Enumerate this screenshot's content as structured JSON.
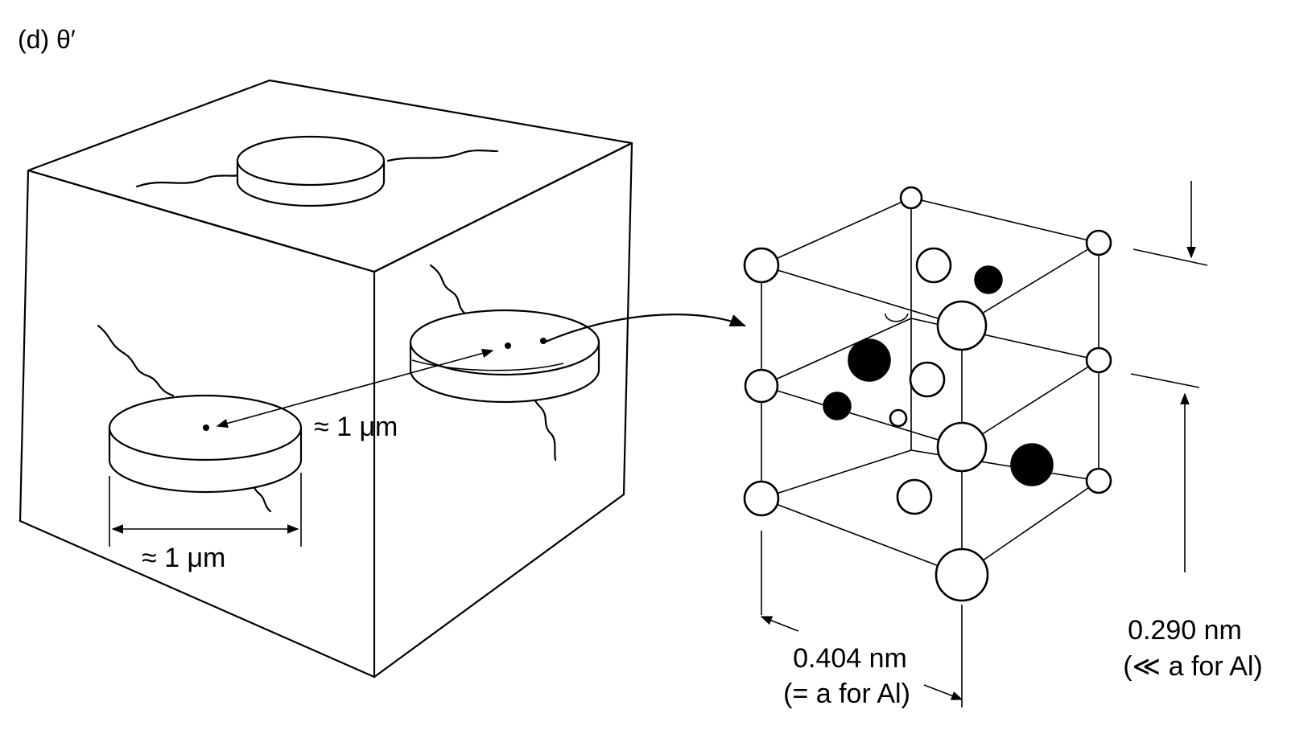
{
  "panel_label": "(d) θ′",
  "dimensions": {
    "disc_diameter": "≈ 1 μm",
    "disc_spacing": "≈ 1 μm",
    "lattice_a_value": "0.404 nm",
    "lattice_a_note": "(= a for Al)",
    "lattice_c_value": "0.290 nm",
    "lattice_c_note": "(≪ a for Al)"
  }
}
